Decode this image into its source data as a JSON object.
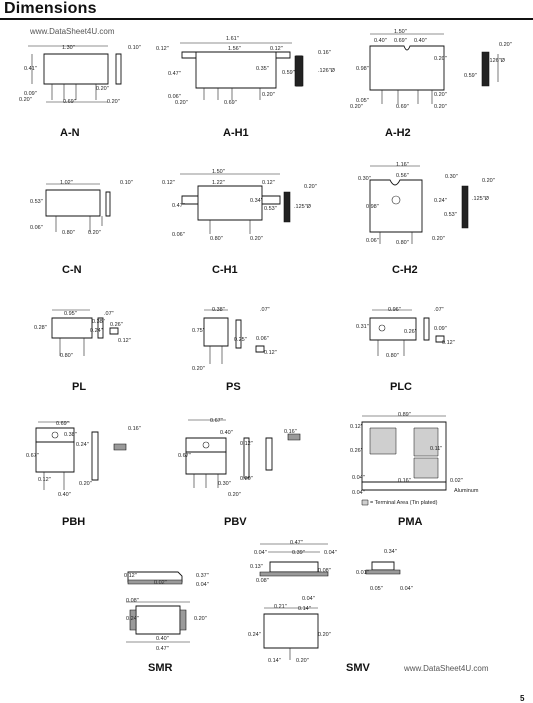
{
  "page": {
    "title": "Dimensions",
    "watermark_top": "www.DataSheet4U.com",
    "watermark_bottom": "www.DataSheet4U.com",
    "page_number": "5"
  },
  "packages": {
    "an": {
      "label": "A-N",
      "dims": [
        "1.30\"",
        "0.10\"",
        "0.41\"",
        "0.09\"",
        "0.20\"",
        "0.69\"",
        "0.20\"",
        "0.20\""
      ]
    },
    "ah1": {
      "label": "A-H1",
      "dims": [
        "1.61\"",
        "0.12\"",
        "1.56\"",
        "0.12\"",
        "0.16\"",
        "0.47\"",
        "0.35\"",
        "0.06\"",
        "0.20\"",
        "0.69\"",
        "0.20\"",
        "0.59\"",
        ".126\"Ø"
      ]
    },
    "ah2": {
      "label": "A-H2",
      "dims": [
        "1.50\"",
        "0.40\"",
        "0.69\"",
        "0.40\"",
        "0.20\"",
        "0.98\"",
        "0.20\"",
        "0.59\"",
        "0.05\"",
        "0.20\"",
        "0.69\"",
        "0.20\"",
        "0.20\"",
        ".126\"Ø"
      ]
    },
    "cn": {
      "label": "C-N",
      "dims": [
        "1.02\"",
        "0.10\"",
        "0.53\"",
        "0.06\"",
        "0.80\"",
        "0.20\""
      ]
    },
    "ch1": {
      "label": "C-H1",
      "dims": [
        "1.50\"",
        "0.12\"",
        "1.22\"",
        "0.12\"",
        "0.20\"",
        "0.47\"",
        "0.34\"",
        "0.53\"",
        ".125\"Ø",
        "0.06\"",
        "0.80\"",
        "0.20\""
      ]
    },
    "ch2": {
      "label": "C-H2",
      "dims": [
        "1.16\"",
        "0.30\"",
        "0.56\"",
        "0.30\"",
        "0.20\"",
        "0.98\"",
        "0.24\"",
        "0.53\"",
        ".125\"Ø",
        "0.06\"",
        "0.80\"",
        "0.20\""
      ]
    },
    "pl": {
      "label": "PL",
      "dims": [
        "0.95\"",
        ".07\"",
        "0.28\"",
        "0.38\"",
        "0.24\"",
        "0.26\"",
        "0.80\"",
        "0.12\""
      ]
    },
    "ps": {
      "label": "PS",
      "dims": [
        "0.38\"",
        ".07\"",
        "0.75\"",
        "0.25\"",
        "0.06\"",
        "0.12\"",
        "0.20\""
      ]
    },
    "plc": {
      "label": "PLC",
      "dims": [
        "0.96\"",
        ".07\"",
        "0.31\"",
        "0.26\"",
        "0.09\"",
        "0.80\"",
        "0.12\""
      ]
    },
    "pbh": {
      "label": "PBH",
      "dims": [
        "0.69\"",
        "0.38\"",
        "0.16\"",
        "0.24\"",
        "0.67\"",
        "0.12\"",
        "0.40\"",
        "0.20\""
      ]
    },
    "pbv": {
      "label": "PBV",
      "dims": [
        "0.67\"",
        "0.40\"",
        "0.16\"",
        "0.12\"",
        "0.67\"",
        "0.30\"",
        "0.20\"",
        "0.20\""
      ]
    },
    "pma": {
      "label": "PMA",
      "dims": [
        "0.89\"",
        "0.12\"",
        "0.26\"",
        "0.11\"",
        "0.04\"",
        "0.16\"",
        "0.02\"",
        "0.04\""
      ],
      "legend": "= Terminal Area (Tin plated)",
      "note": "Aluminum"
    },
    "smr": {
      "label": "SMR",
      "dims": [
        "0.12\"",
        "0.37\"",
        "0.02\"",
        "0.04\"",
        "0.08\"",
        "0.24\"",
        "0.20\"",
        "0.40\"",
        "0.47\""
      ]
    },
    "smv": {
      "label": "SMV",
      "dims": [
        "0.47\"",
        "0.04\"",
        "0.39\"",
        "0.04\"",
        "0.13\"",
        "0.08\"",
        "0.08\"",
        "0.34\"",
        "0.01\"",
        "0.05\"",
        "0.04\"",
        "0.04\"",
        "0.21\"",
        "0.14\"",
        "0.24\"",
        "0.20\"",
        "0.14\"",
        "0.20\""
      ]
    }
  }
}
